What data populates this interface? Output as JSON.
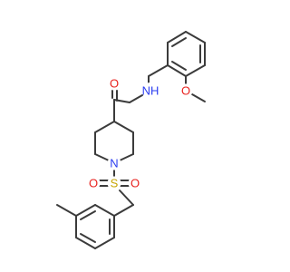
{
  "molecule": {
    "atoms": {
      "carbonyl_o": {
        "label": "O",
        "color": "#e8221e"
      },
      "amide_nh": {
        "label": "NH",
        "color": "#2a3cf0"
      },
      "methoxy_o": {
        "label": "O",
        "color": "#e8221e"
      },
      "piperidine_n": {
        "label": "N",
        "color": "#2a3cf0"
      },
      "sulfonyl_s": {
        "label": "S",
        "color": "#c6a400"
      },
      "sulfonyl_o_left": {
        "label": "O",
        "color": "#e8221e"
      },
      "sulfonyl_o_right": {
        "label": "O",
        "color": "#e8221e"
      }
    },
    "bond_color": "#3b3b3b"
  }
}
